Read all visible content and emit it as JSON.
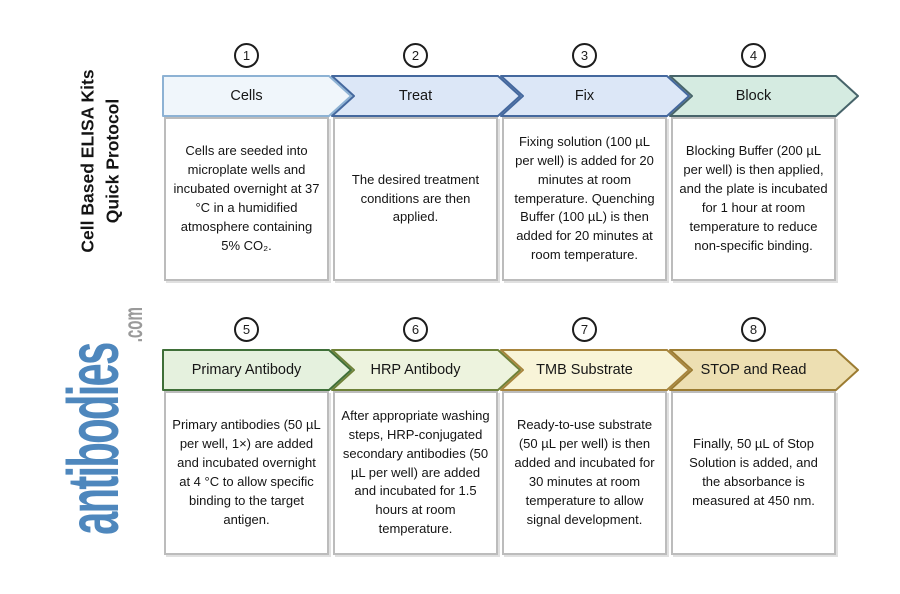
{
  "sidebar": {
    "title_line1": "Cell Based ELISA Kits",
    "title_line2": "Quick Protocol",
    "logo_text": "antibodies",
    "logo_suffix": ".com",
    "logo_color": "#4e87bd",
    "logo_suffix_color": "#9a9a9a"
  },
  "steps": [
    {
      "number": "1",
      "label": "Cells",
      "description": "Cells are seeded into microplate wells and incubated overnight at 37 °C in a humidified atmosphere containing 5% CO₂.",
      "fill": "#f0f6fb",
      "stroke": "#8db2d4"
    },
    {
      "number": "2",
      "label": "Treat",
      "description": "The desired treatment conditions are then applied.",
      "fill": "#dce7f7",
      "stroke": "#44689e"
    },
    {
      "number": "3",
      "label": "Fix",
      "description": "Fixing solution (100 µL per well) is added for 20 minutes at room temperature. Quenching Buffer (100 µL) is then added for 20 minutes at room temperature.",
      "fill": "#dce7f7",
      "stroke": "#44689e"
    },
    {
      "number": "4",
      "label": "Block",
      "description": "Blocking Buffer (200 µL per well) is then applied, and the plate is incubated for 1 hour at room temperature to reduce non-specific binding.",
      "fill": "#d5ebe1",
      "stroke": "#47646a"
    },
    {
      "number": "5",
      "label": "Primary Antibody",
      "description": "Primary antibodies (50 µL per well, 1×) are added and incubated overnight at 4 °C to allow specific binding to the target antigen.",
      "fill": "#e5f1de",
      "stroke": "#3f6f38"
    },
    {
      "number": "6",
      "label": "HRP Antibody",
      "description": "After appropriate washing steps, HRP-conjugated secondary antibodies (50 µL per well) are added and incubated for 1.5 hours at room temperature.",
      "fill": "#edf3de",
      "stroke": "#6e8138"
    },
    {
      "number": "7",
      "label": "TMB Substrate",
      "description": "Ready-to-use substrate (50 µL per well) is then added and incubated for 30 minutes at room temperature to allow signal development.",
      "fill": "#f8f4d8",
      "stroke": "#a7853d"
    },
    {
      "number": "8",
      "label": "STOP and Read",
      "description": "Finally, 50 µL of Stop Solution is added, and the absorbance is measured at 450 nm.",
      "fill": "#eddfb2",
      "stroke": "#9c7c32"
    }
  ]
}
